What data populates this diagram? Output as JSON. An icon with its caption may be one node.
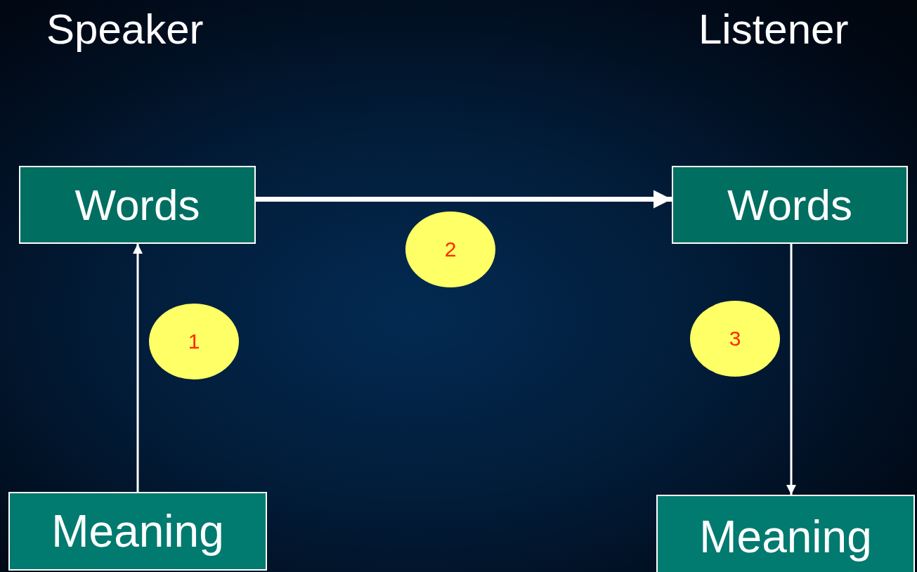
{
  "diagram": {
    "nodes": [
      {
        "text": [
          "Words"
        ]
      },
      {
        "text": [
          "Words"
        ]
      },
      {
        "text": [
          "2"
        ]
      },
      {
        "text": [
          "1"
        ]
      },
      {
        "text": [
          "3"
        ]
      },
      {
        "text": [
          "Meaning"
        ]
      },
      {
        "text": [
          "Meaning"
        ]
      }
    ],
    "edges": [
      {
        "from": 5,
        "to": 0,
        "arrow": "to"
      },
      {
        "from": 0,
        "to": 1,
        "arrow": "to",
        "style": "thick"
      },
      {
        "from": 1,
        "to": 6,
        "arrow": "to"
      }
    ],
    "labels": [
      "Speaker",
      "Listener"
    ]
  }
}
